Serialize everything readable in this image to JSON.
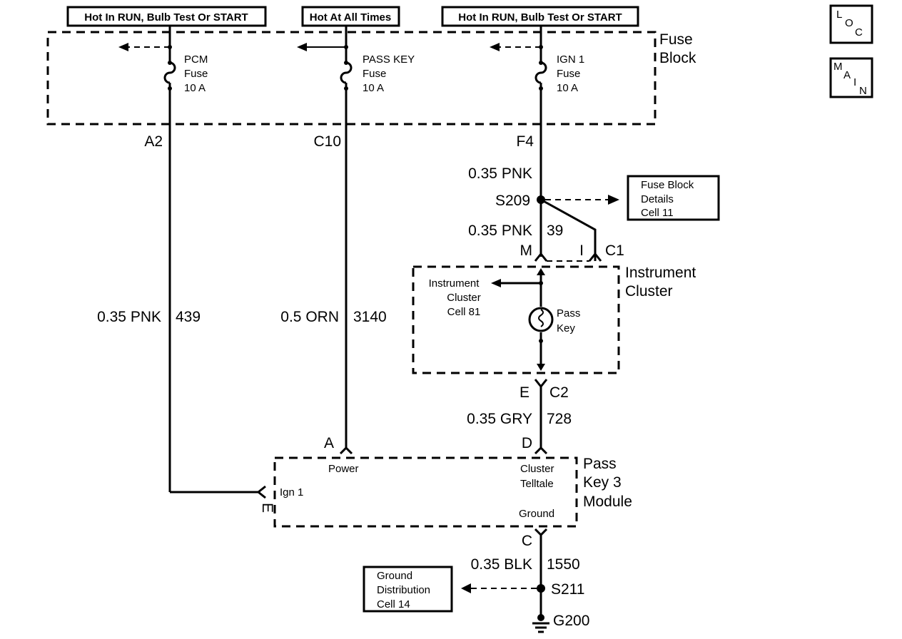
{
  "headers": {
    "pcm": "Hot In RUN, Bulb Test Or START",
    "passkey": "Hot At All Times",
    "ign1": "Hot In RUN, Bulb Test Or START"
  },
  "fuse_block": {
    "label_line1": "Fuse",
    "label_line2": "Block",
    "fuses": [
      {
        "name": "PCM",
        "word": "Fuse",
        "rating": "10 A",
        "terminal": "A2"
      },
      {
        "name": "PASS KEY",
        "word": "Fuse",
        "rating": "10 A",
        "terminal": "C10"
      },
      {
        "name": "IGN 1",
        "word": "Fuse",
        "rating": "10 A",
        "terminal": "F4"
      }
    ]
  },
  "icons": {
    "loc": {
      "l": "L",
      "o": "O",
      "c": "C"
    },
    "main": {
      "m": "M",
      "a": "A",
      "i": "I",
      "n": "N"
    }
  },
  "wires": {
    "pcm_wire": {
      "gauge_color": "0.35 PNK",
      "circuit": "439"
    },
    "passkey_wire": {
      "gauge_color": "0.5 ORN",
      "circuit": "3140"
    },
    "ign_upper": {
      "gauge_color": "0.35 PNK"
    },
    "ign_lower": {
      "gauge_color": "0.35 PNK",
      "circuit": "39"
    },
    "gry_wire": {
      "gauge_color": "0.35 GRY",
      "circuit": "728"
    },
    "blk_wire": {
      "gauge_color": "0.35 BLK",
      "circuit": "1550"
    }
  },
  "splices": {
    "s209": "S209",
    "s211": "S211"
  },
  "ground": "G200",
  "refs": {
    "fuse_details": {
      "line1": "Fuse Block",
      "line2": "Details",
      "line3": "Cell 11"
    },
    "ground_dist": {
      "line1": "Ground",
      "line2": "Distribution",
      "line3": "Cell 14"
    },
    "cluster_ref": {
      "line1": "Instrument",
      "line2": "Cluster",
      "line3": "Cell 81"
    }
  },
  "instrument_cluster": {
    "label_line1": "Instrument",
    "label_line2": "Cluster",
    "connector_top_pin": "M",
    "connector_top_i": "I",
    "connector_top": "C1",
    "connector_bottom_pin": "E",
    "connector_bottom": "C2",
    "lamp_line1": "Pass",
    "lamp_line2": "Key"
  },
  "module": {
    "label_line1": "Pass",
    "label_line2": "Key 3",
    "label_line3": "Module",
    "power": "Power",
    "cluster_line1": "Cluster",
    "cluster_line2": "Telltale",
    "ground": "Ground",
    "ign": "Ign 1",
    "pin_a": "A",
    "pin_d": "D",
    "pin_e": "E",
    "pin_c": "C"
  }
}
